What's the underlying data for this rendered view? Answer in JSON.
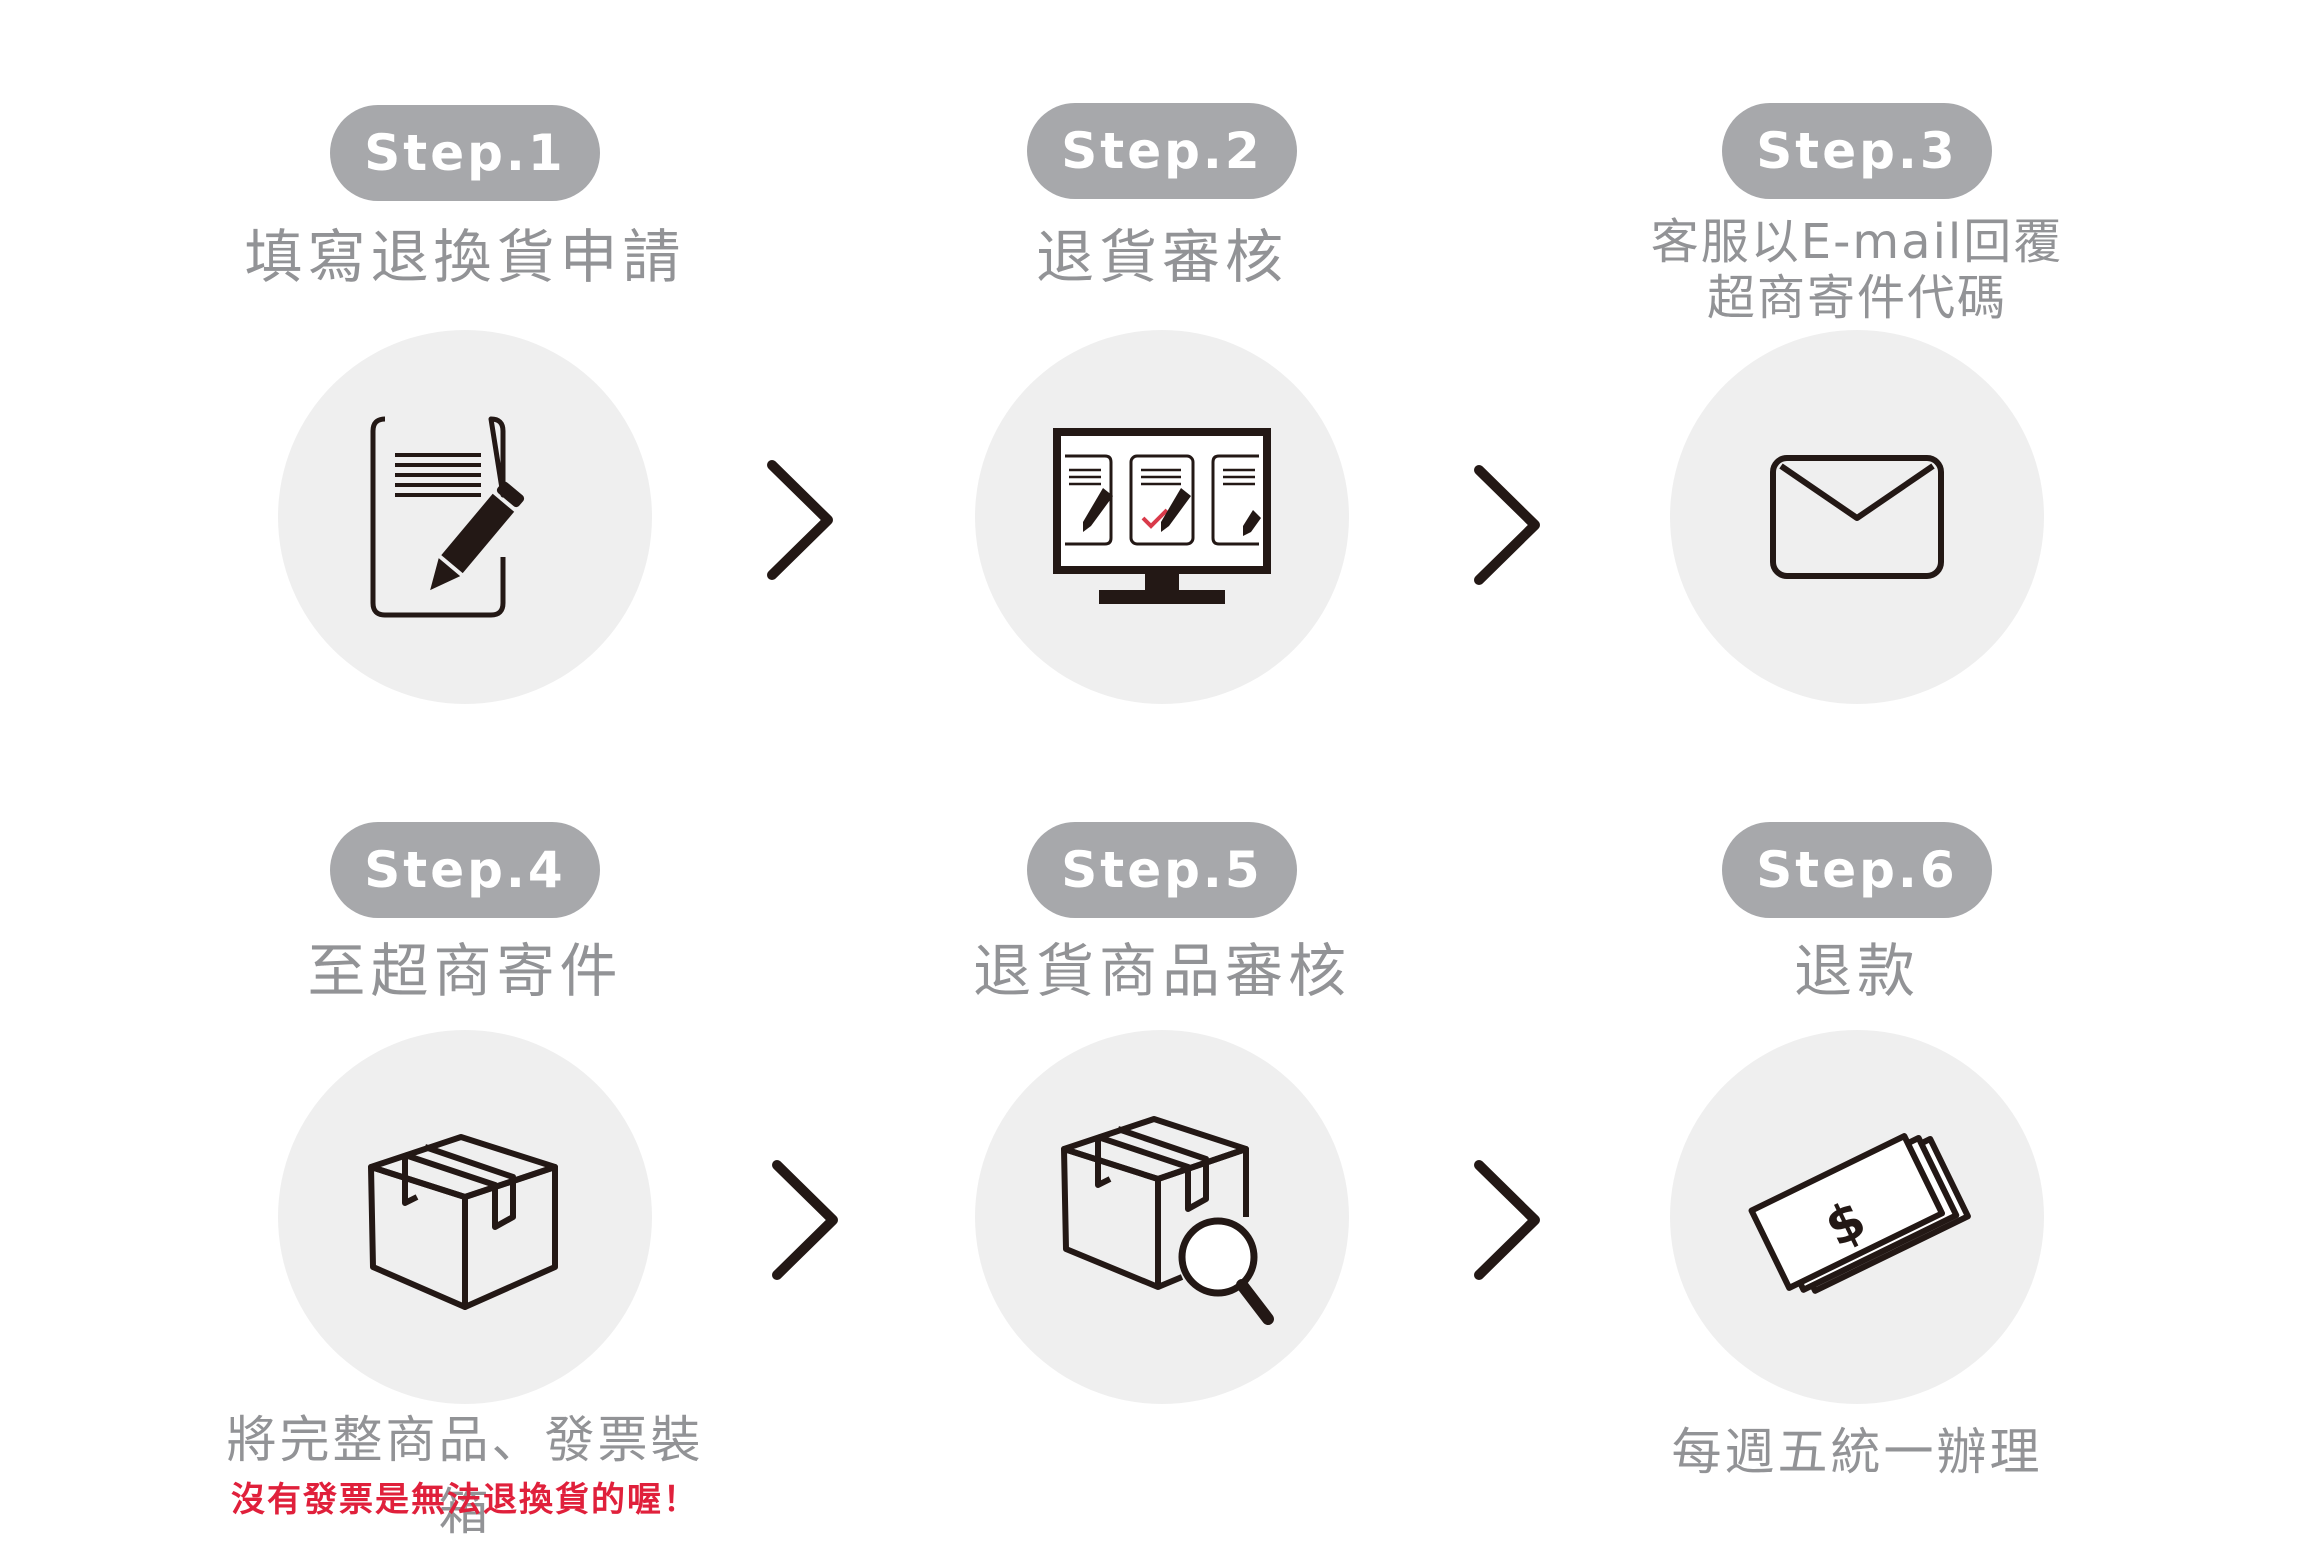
{
  "steps": [
    {
      "label": "Step.1",
      "title": "填寫退換貨申請",
      "icon": "document-pencil-icon"
    },
    {
      "label": "Step.2",
      "title": "退貨審核",
      "icon": "monitor-review-icon"
    },
    {
      "label": "Step.3",
      "title_line1": "客服以E-mail回覆",
      "title_line2": "超商寄件代碼",
      "icon": "envelope-icon"
    },
    {
      "label": "Step.4",
      "title": "至超商寄件",
      "icon": "box-icon",
      "note": "將完整商品、發票裝箱",
      "warning": "沒有發票是無法退換貨的喔！"
    },
    {
      "label": "Step.5",
      "title": "退貨商品審核",
      "icon": "box-magnifier-icon"
    },
    {
      "label": "Step.6",
      "title": "退款",
      "icon": "money-icon",
      "note": "每週五統一辦理"
    }
  ],
  "colors": {
    "pill": "#a7a8ab",
    "circle": "#efefef",
    "text": "#929396",
    "warning": "#e0203b",
    "icon": "#231815",
    "check": "#d93a4a"
  }
}
